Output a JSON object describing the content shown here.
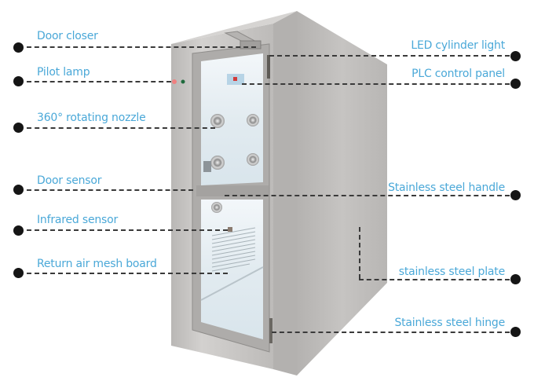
{
  "diagram": {
    "subject": "Air shower",
    "colors": {
      "label_text": "#4aa8d8",
      "leader_line": "#3a3a3a",
      "dot": "#151515",
      "steel_light": "#c9c7c5",
      "steel_mid": "#a9a7a5",
      "steel_dark": "#8c8a88",
      "glass": "#e6eff4"
    },
    "left_callouts": [
      {
        "id": "door-closer",
        "label": "Door closer"
      },
      {
        "id": "pilot-lamp",
        "label": "Pilot lamp"
      },
      {
        "id": "rotating-nozzle",
        "label": "360° rotating nozzle"
      },
      {
        "id": "door-sensor",
        "label": "Door sensor"
      },
      {
        "id": "infrared-sensor",
        "label": "Infrared sensor"
      },
      {
        "id": "return-air-mesh-board",
        "label": "Return air mesh board"
      }
    ],
    "right_callouts": [
      {
        "id": "led-cylinder-light",
        "label": "LED cylinder light"
      },
      {
        "id": "plc-control-panel",
        "label": "PLC control panel"
      },
      {
        "id": "stainless-steel-handle",
        "label": "Stainless steel handle"
      },
      {
        "id": "stainless-steel-plate",
        "label": "stainless steel plate"
      },
      {
        "id": "stainless-steel-hinge",
        "label": "Stainless steel hinge"
      }
    ]
  }
}
